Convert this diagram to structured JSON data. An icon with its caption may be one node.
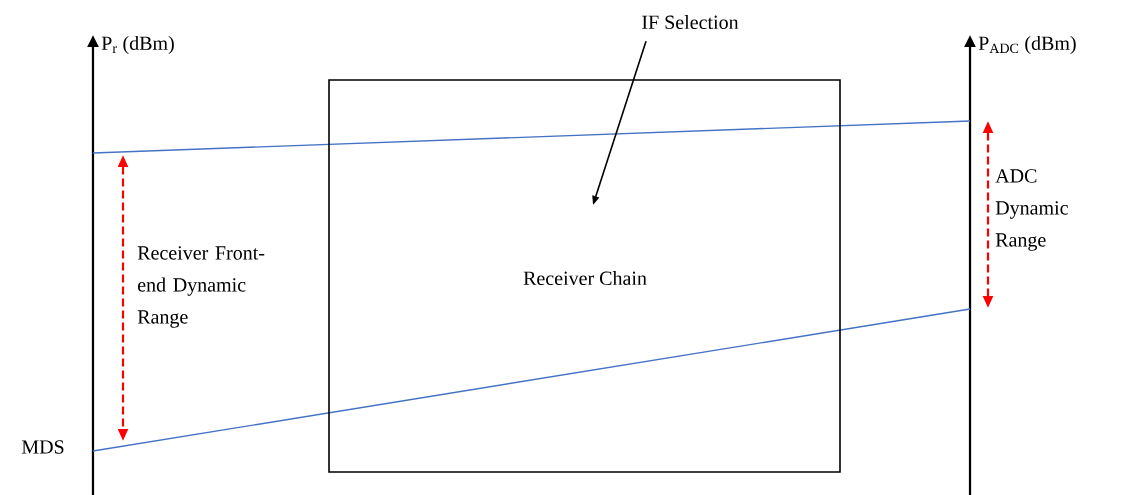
{
  "diagram": {
    "nodes": [
      {
        "text": [
          "Receiver Chain"
        ]
      },
      {
        "text": [
          "IF Selection"
        ]
      }
    ],
    "edges": [
      {
        "from": 1,
        "to": 0,
        "arrow": "to"
      }
    ],
    "labels": [
      "P$_{r}$ (dBm)",
      "P$_{ADC}$ (dBm)",
      "Receiver Front-end Dynamic Range",
      "ADC Dynamic Range",
      "MDS"
    ]
  }
}
